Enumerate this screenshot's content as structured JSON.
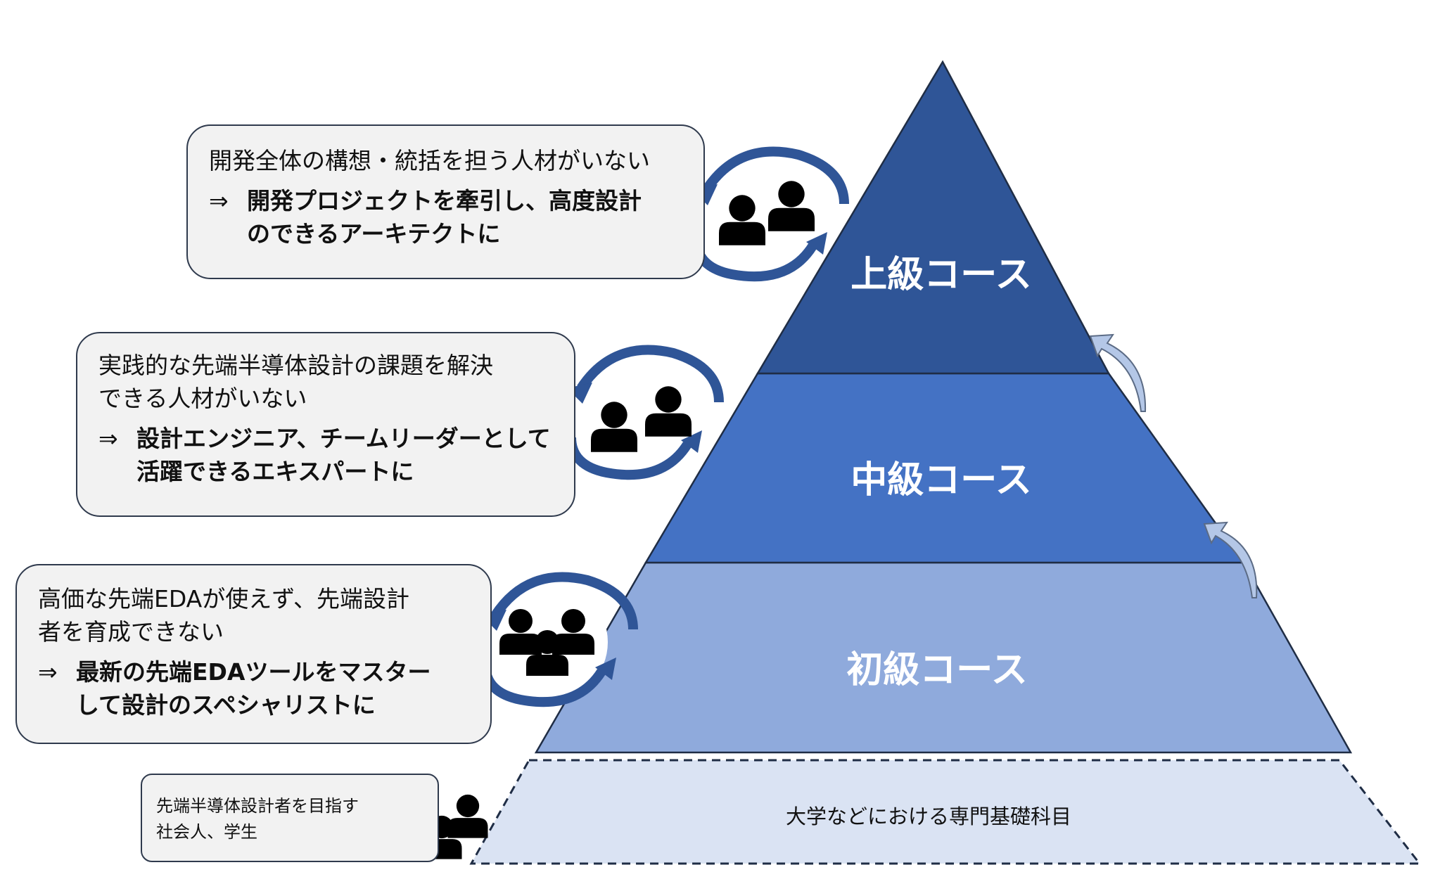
{
  "pyramid": {
    "upper": {
      "label": "上級コース",
      "color": "#2f5597"
    },
    "middle": {
      "label": "中級コース",
      "color": "#4472c4"
    },
    "lower": {
      "label": "初級コース",
      "color": "#8faadc"
    },
    "base": {
      "label": "大学などにおける専門基礎科目",
      "color": "#dae3f3"
    }
  },
  "callouts": [
    {
      "problem": "開発全体の構想・統括を担う人材がいない",
      "arrow": "⇒",
      "goal": "開発プロジェクトを牽引し、高度設計のできるアーキテクトに",
      "goal_line1": "開発プロジェクトを牽引し、高度設計",
      "goal_line2": "のできるアーキテクトに"
    },
    {
      "problem_line1": "実践的な先端半導体設計の課題を解決",
      "problem_line2": "できる人材がいない",
      "arrow": "⇒",
      "goal_line1": "設計エンジニア、チームリーダーとして",
      "goal_line2": "活躍できるエキスパートに"
    },
    {
      "problem_line1": "高価な先端EDAが使えず、先端設計",
      "problem_line2": "者を育成できない",
      "arrow": "⇒",
      "goal_line1": "最新の先端EDAツールをマスター",
      "goal_line2": "して設計のスペシャリストに"
    }
  ],
  "audience": {
    "line1": "先端半導体設計者を目指す",
    "line2": "社会人、学生"
  },
  "icons": [
    "people-pair-icon",
    "people-group-icon",
    "cycle-arrow-icon",
    "level-up-arrow-icon"
  ]
}
